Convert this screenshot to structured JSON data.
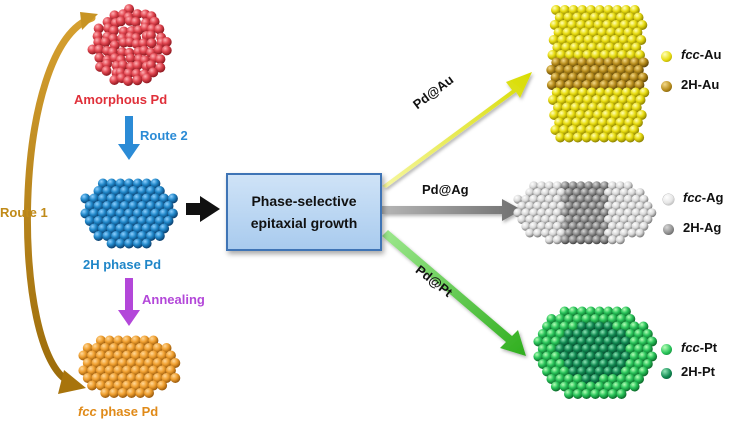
{
  "particles": {
    "amorphous": {
      "label": "Amorphous Pd",
      "color": "#e0454f"
    },
    "h2": {
      "label": "2H phase Pd",
      "color": "#1f86c8"
    },
    "fcc": {
      "label_italic": "fcc",
      "label_rest": " phase Pd",
      "color": "#f0a030"
    }
  },
  "routes": {
    "route1": "Route 1",
    "route2": "Route 2",
    "annealing": "Annealing"
  },
  "center_box": {
    "line1": "Phase-selective",
    "line2": "epitaxial growth"
  },
  "branches": {
    "au": "Pd@Au",
    "ag": "Pd@Ag",
    "pt": "Pd@Pt"
  },
  "legends": {
    "au": [
      {
        "italic": "fcc",
        "rest": "-Au",
        "color": "#e8dc10"
      },
      {
        "italic": "",
        "rest": "2H-Au",
        "color": "#b88d1c"
      }
    ],
    "ag": [
      {
        "italic": "fcc",
        "rest": "-Ag",
        "color": "#f2f2f2"
      },
      {
        "italic": "",
        "rest": "2H-Ag",
        "color": "#8f8f8f"
      }
    ],
    "pt": [
      {
        "italic": "fcc",
        "rest": "-Pt",
        "color": "#29c45a"
      },
      {
        "italic": "",
        "rest": "2H-Pt",
        "color": "#118a52"
      }
    ]
  },
  "colors": {
    "route1": "#c08a18",
    "route2": "#2b8bd6",
    "annealing": "#b347d9",
    "arrow_au": "#e6e81a",
    "arrow_ag": "#8a8a8a",
    "arrow_pt": "#48c434",
    "main_arrow": "#111111"
  }
}
